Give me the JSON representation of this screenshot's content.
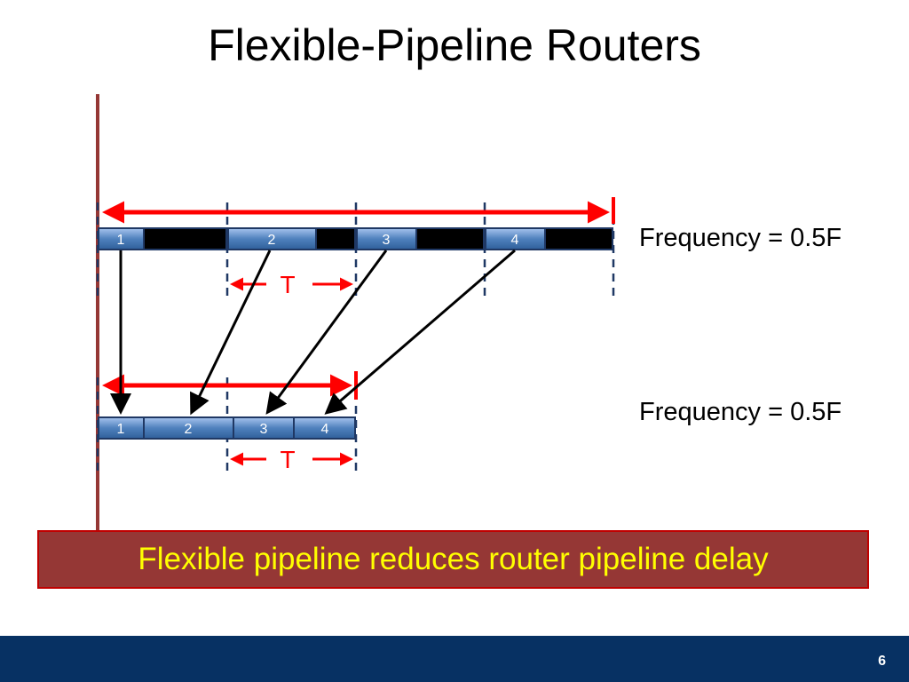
{
  "slide": {
    "title": "Flexible-Pipeline Routers",
    "slide_number": "6"
  },
  "diagrams": {
    "top": {
      "frequency_label": "Frequency = 0.5F",
      "stages": [
        "1",
        "2",
        "3",
        "4"
      ],
      "period_label": "T"
    },
    "bottom": {
      "frequency_label": "Frequency = 0.5F",
      "stages": [
        "1",
        "2",
        "3",
        "4"
      ],
      "period_label": "T"
    }
  },
  "callout": {
    "text": "Flexible pipeline reduces router pipeline delay"
  },
  "colors": {
    "stage_fill": "#4f81bd",
    "idle_fill": "#000000",
    "arrow_red": "#ff0000",
    "timeline_bar": "#953735",
    "callout_bg": "#953735",
    "callout_text": "#ffff00",
    "footer_bg": "#073163"
  }
}
